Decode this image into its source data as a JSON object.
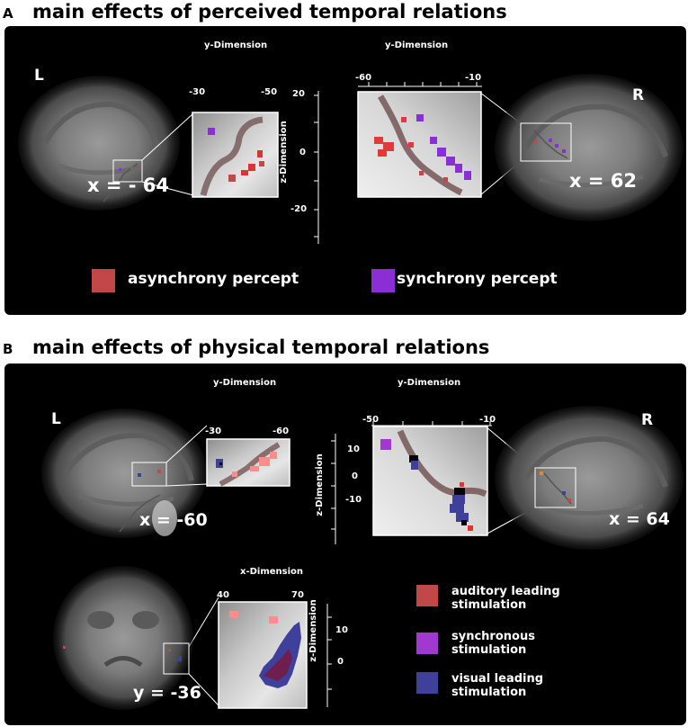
{
  "panel_a": {
    "letter": "A",
    "title": "main effects of perceived temporal relations",
    "left": {
      "side": "L",
      "coord": "x = - 64",
      "dimension": "y-Dimension",
      "ticks": [
        "-30",
        "-50"
      ]
    },
    "right": {
      "side": "R",
      "coord": "x = 62",
      "dimension": "y-Dimension",
      "xticks": [
        "-60",
        "-10"
      ],
      "zdimension": "z-Dimension",
      "zticks": [
        "20",
        "0",
        "-20"
      ]
    },
    "legend": [
      {
        "label": "asynchrony percept",
        "color": "#c24848"
      },
      {
        "label": "synchrony percept",
        "color": "#8c2ed6"
      }
    ]
  },
  "panel_b": {
    "letter": "B",
    "title": "main effects of physical temporal relations",
    "left": {
      "side": "L",
      "coord": "x = -60",
      "dimension": "y-Dimension",
      "ticks": [
        "-30",
        "-60"
      ]
    },
    "right": {
      "side": "R",
      "coord": "x = 64",
      "dimension": "y-Dimension",
      "xticks": [
        "-50",
        "-10"
      ],
      "zdimension": "z-Dimension",
      "zticks": [
        "10",
        "0",
        "-10"
      ]
    },
    "coronal": {
      "coord": "y = -36",
      "dimension": "x-Dimension",
      "xticks": [
        "40",
        "70"
      ],
      "zdimension": "z-Dimension",
      "zticks": [
        "10",
        "0"
      ]
    },
    "legend": [
      {
        "label": "auditory leading stimulation",
        "color": "#c24848"
      },
      {
        "label": "synchronous stimulation",
        "color": "#a238cf"
      },
      {
        "label": "visual leading stimulation",
        "color": "#3f3f9c"
      }
    ]
  }
}
